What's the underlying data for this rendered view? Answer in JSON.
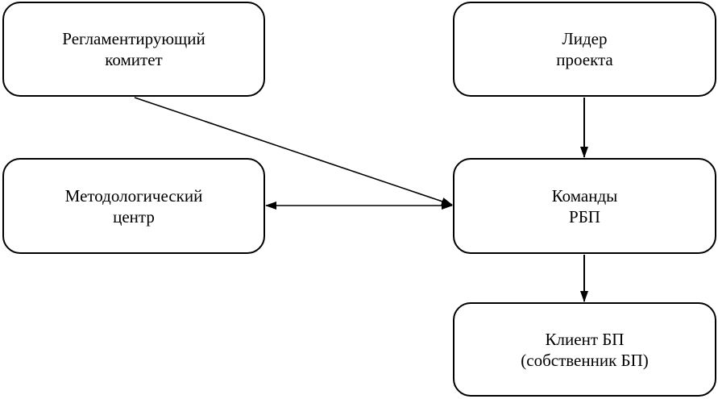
{
  "diagram": {
    "nodes": [
      {
        "id": "reg",
        "lines": [
          "Регламентирующий",
          "комитет"
        ]
      },
      {
        "id": "lead",
        "lines": [
          "Лидер",
          "проекта"
        ]
      },
      {
        "id": "meth",
        "lines": [
          "Методологический",
          "центр"
        ]
      },
      {
        "id": "team",
        "lines": [
          "Команды",
          "РБП"
        ]
      },
      {
        "id": "cli",
        "lines": [
          "Клиент БП",
          "(собственник БП)"
        ]
      }
    ],
    "edges": [
      {
        "from": "reg",
        "to": "team",
        "direction": "forward"
      },
      {
        "from": "lead",
        "to": "team",
        "direction": "forward"
      },
      {
        "from": "meth",
        "to": "team",
        "direction": "both"
      },
      {
        "from": "team",
        "to": "cli",
        "direction": "forward"
      }
    ],
    "colors": {
      "line": "#000000",
      "fill": "#ffffff"
    }
  }
}
